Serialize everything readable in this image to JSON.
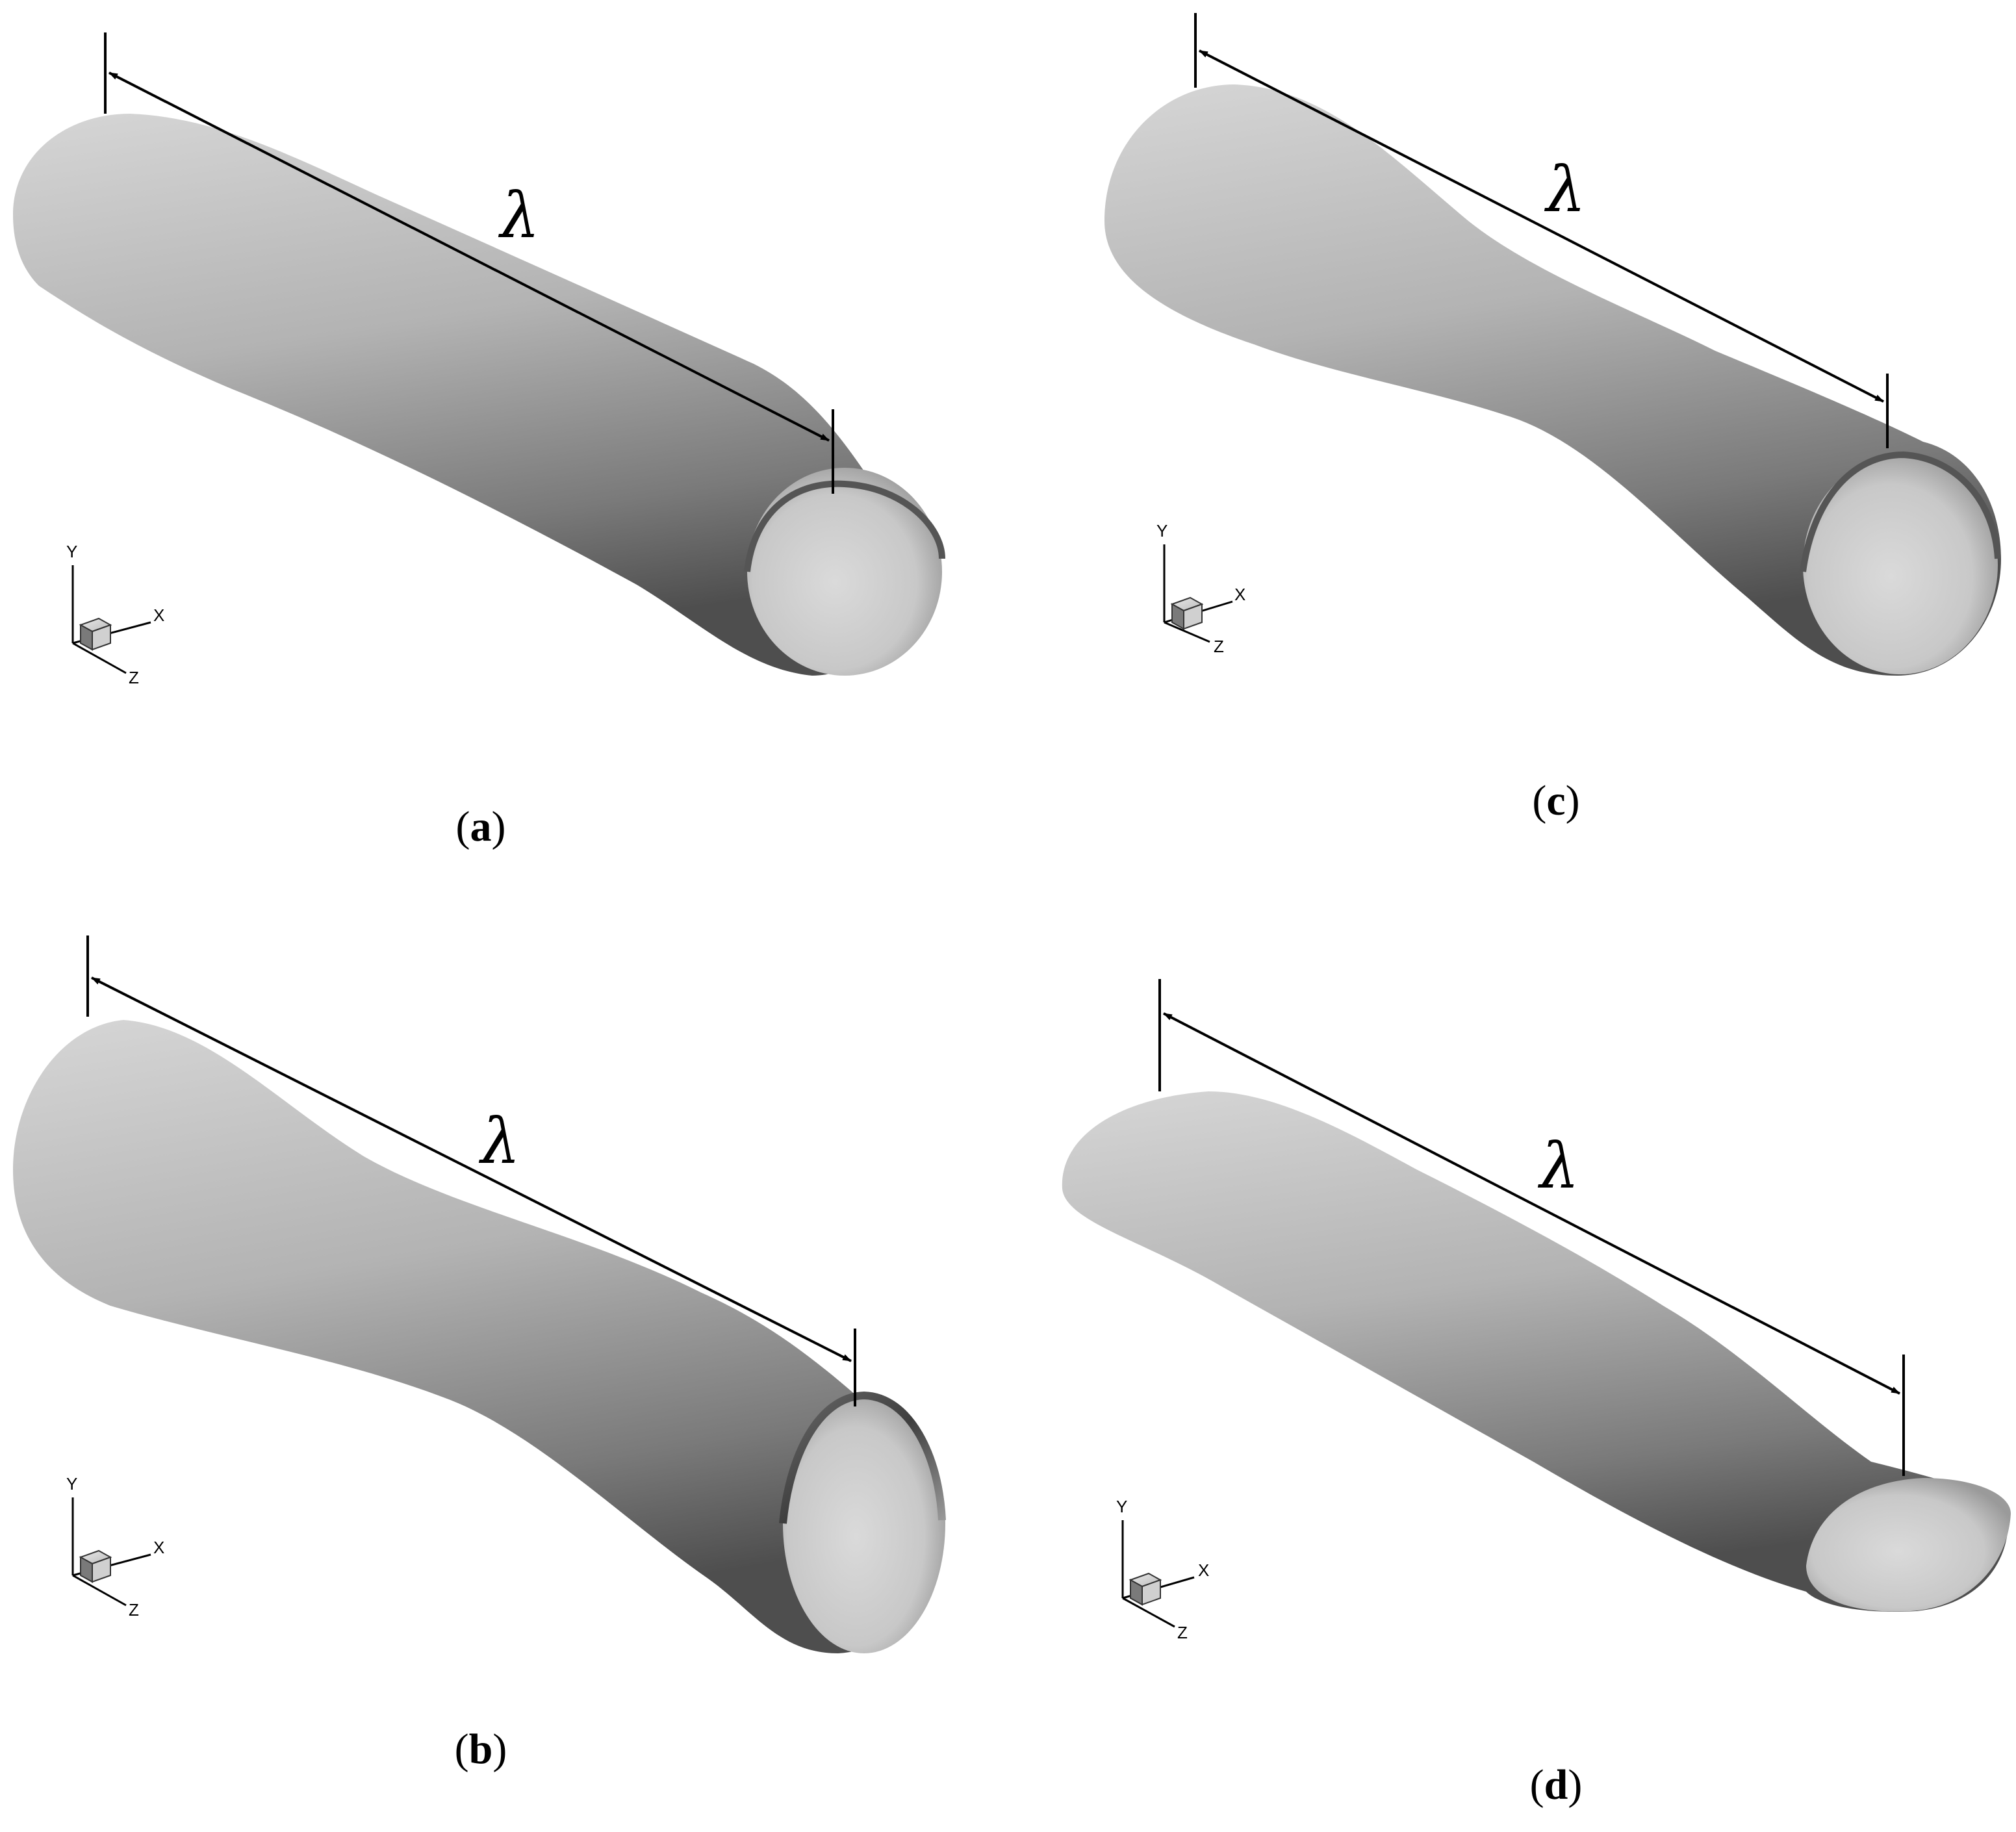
{
  "panels": [
    {
      "id": "a",
      "caption": "a",
      "dimension_label": "λ",
      "axes": {
        "y": "Y",
        "x": "X",
        "z": "Z"
      }
    },
    {
      "id": "b",
      "caption": "b",
      "dimension_label": "λ",
      "axes": {
        "y": "Y",
        "x": "X",
        "z": "Z"
      }
    },
    {
      "id": "c",
      "caption": "c",
      "dimension_label": "λ",
      "axes": {
        "y": "Y",
        "x": "X",
        "z": "Z"
      }
    },
    {
      "id": "d",
      "caption": "d",
      "dimension_label": "λ",
      "axes": {
        "y": "Y",
        "x": "X",
        "z": "Z"
      }
    }
  ],
  "colors": {
    "surface_light": "#d4d4d4",
    "surface_mid": "#a9a9a9",
    "surface_dark": "#555555",
    "end_cap": "#cfcfcf",
    "line": "#000000"
  }
}
